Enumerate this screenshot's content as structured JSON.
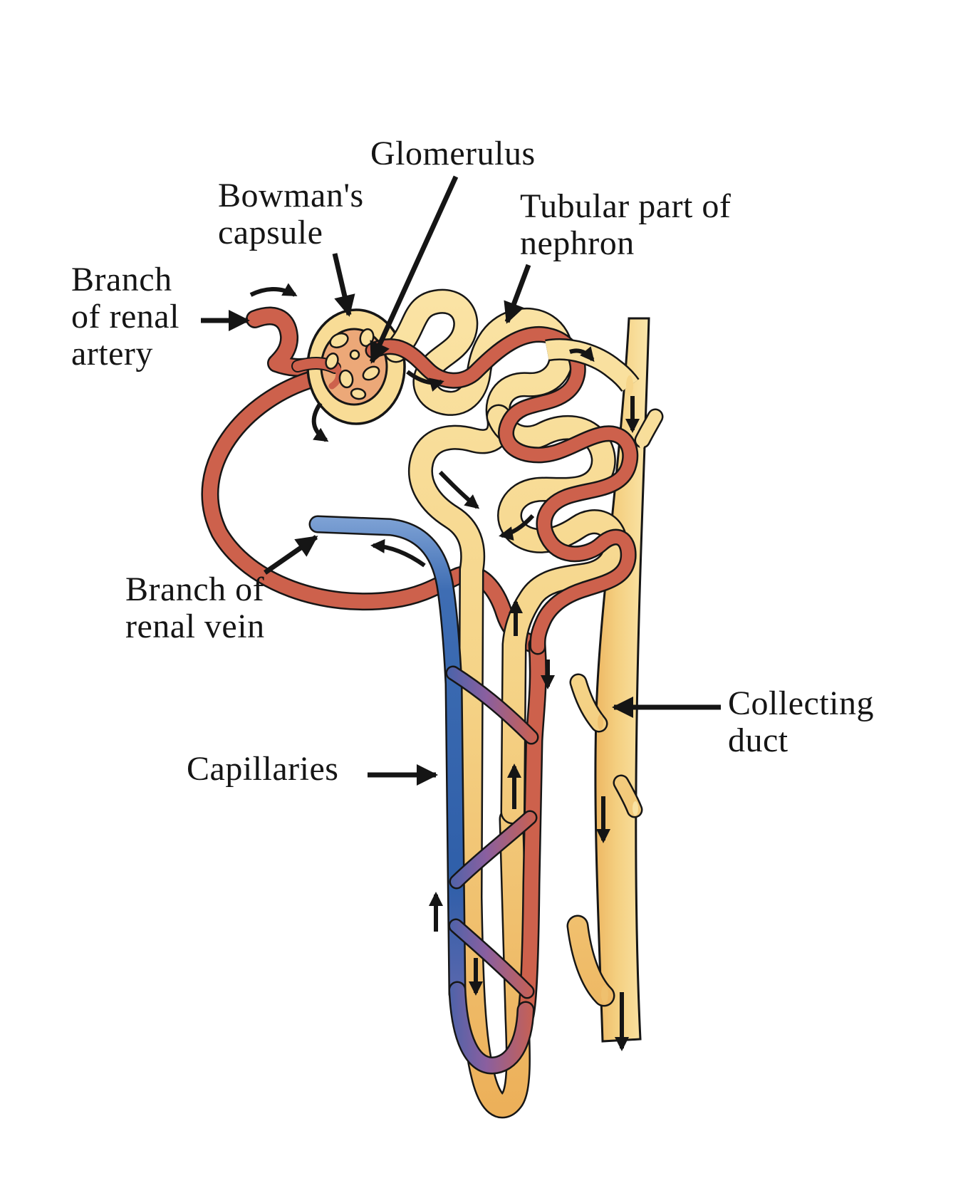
{
  "diagram": {
    "subject": "Structure of a nephron",
    "labels": {
      "glomerulus": {
        "lines": [
          "Glomerulus"
        ]
      },
      "bowmans_capsule": {
        "lines": [
          "Bowman's",
          "capsule"
        ]
      },
      "tubular_part": {
        "lines": [
          "Tubular part of",
          "nephron"
        ]
      },
      "renal_artery": {
        "lines": [
          "Branch",
          "of renal",
          "artery"
        ]
      },
      "renal_vein": {
        "lines": [
          "Branch of",
          "renal vein"
        ]
      },
      "capillaries": {
        "lines": [
          "Capillaries"
        ]
      },
      "collecting_duct": {
        "lines": [
          "Collecting",
          "duct"
        ]
      }
    },
    "colors": {
      "tubule_yellow": "#F5D488",
      "tubule_orange": "#ECAE57",
      "vessel_red": "#CD614C",
      "vessel_blue": "#3565AE",
      "glomerulus_fill": "#ECA878",
      "outline_black": "#161616",
      "background": "#FFFFFF",
      "text": "#151515"
    }
  }
}
